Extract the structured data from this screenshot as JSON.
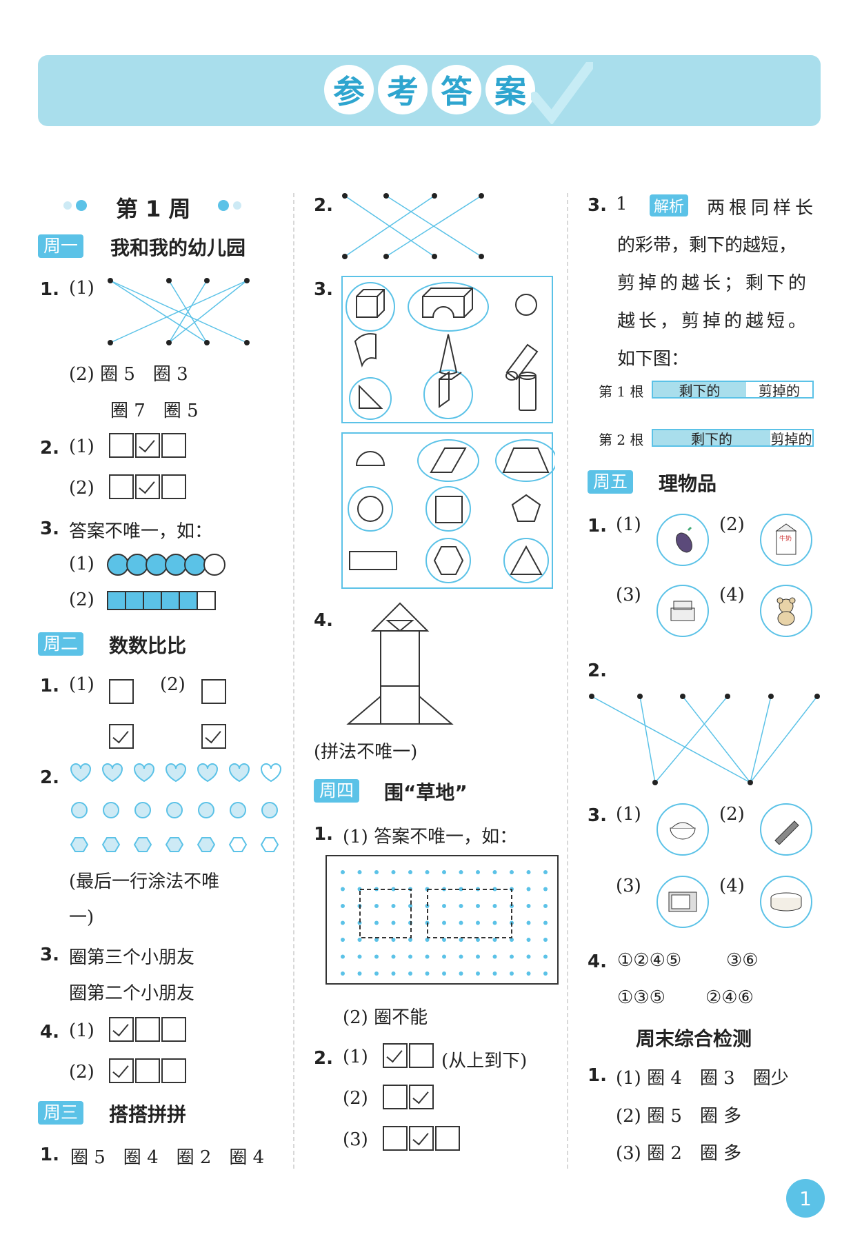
{
  "banner": {
    "chars": [
      "参",
      "考",
      "答",
      "案"
    ]
  },
  "week_title": "第 1 周",
  "col1": {
    "mon": {
      "tag": "周一",
      "title": "我和我的幼儿园"
    },
    "q1_1": "(1)",
    "q1_2a": "(2) 圈 5　圈 3",
    "q1_2b": "圈 7　圈 5",
    "q2_1": "(1)",
    "q2_2": "(2)",
    "q3": "答案不唯一，如：",
    "q3_1": "(1)",
    "q3_2": "(2)",
    "tue": {
      "tag": "周二",
      "title": "数数比比"
    },
    "t1_1": "(1)",
    "t1_2": "(2)",
    "t2_note_a": "(最后一行涂法不唯",
    "t2_note_b": "一)",
    "t3_a": "圈第三个小朋友",
    "t3_b": "圈第二个小朋友",
    "t4_1": "(1)",
    "t4_2": "(2)",
    "wed": {
      "tag": "周三",
      "title": "搭搭拼拼"
    },
    "w1": "圈 5　圈 4　圈 2　圈 4"
  },
  "col2": {
    "q4_note": "(拼法不唯一)",
    "thu": {
      "tag": "周四",
      "title": "围“草地”"
    },
    "th1": "(1) 答案不唯一，如：",
    "th1_2": "(2) 圈不能",
    "th2_1": "(1)",
    "th2_1_note": "(从上到下)",
    "th2_2": "(2)",
    "th2_3": "(3)"
  },
  "col3": {
    "q3_num": "1",
    "jiexi": "解析",
    "q3_lines": [
      "两根同样长",
      "的彩带，剩下的越短，",
      "剪掉的越长；剩下的",
      "越长，剪掉的越短。",
      "如下图："
    ],
    "bar1": {
      "label": "第 1 根",
      "left": "剩下的",
      "right": "剪掉的"
    },
    "bar2": {
      "label": "第 2 根",
      "left": "剩下的",
      "right": "剪掉的"
    },
    "fri": {
      "tag": "周五",
      "title": "理物品"
    },
    "f1_1": "(1)",
    "f1_2": "(2)",
    "f1_3": "(3)",
    "f1_4": "(4)",
    "f3_1": "(1)",
    "f3_2": "(2)",
    "f3_3": "(3)",
    "f3_4": "(4)",
    "f4_a1": "①②④⑤",
    "f4_a2": "③⑥",
    "f4_b1": "①③⑤",
    "f4_b2": "②④⑥",
    "weekend_title": "周末综合检测",
    "wk1_1": "(1) 圈 4　圈 3　圈少",
    "wk1_2": "(2) 圈 5　圈 多",
    "wk1_3": "(3) 圈 2　圈 多"
  },
  "nums": {
    "n1": "1.",
    "n2": "2.",
    "n3": "3.",
    "n4": "4."
  },
  "milk_label": "牛奶",
  "page_number": "1",
  "colors": {
    "accent": "#5bc2e7",
    "banner": "#a9deec"
  }
}
